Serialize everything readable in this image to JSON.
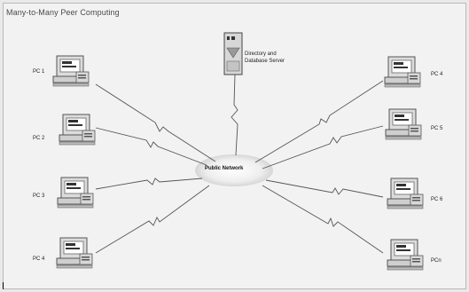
{
  "diagram": {
    "title": "Many-to-Many Peer Computing",
    "hub": {
      "label": "Public Network"
    },
    "server": {
      "label_line1": "Directory and",
      "label_line2": "Database Server"
    },
    "left_pcs": [
      {
        "label": "PC 1"
      },
      {
        "label": "PC 2"
      },
      {
        "label": "PC 3"
      },
      {
        "label": "PC 4"
      }
    ],
    "right_pcs": [
      {
        "label": "PC 4"
      },
      {
        "label": "PC 5"
      },
      {
        "label": "PC 6"
      },
      {
        "label": "PCn"
      }
    ]
  }
}
